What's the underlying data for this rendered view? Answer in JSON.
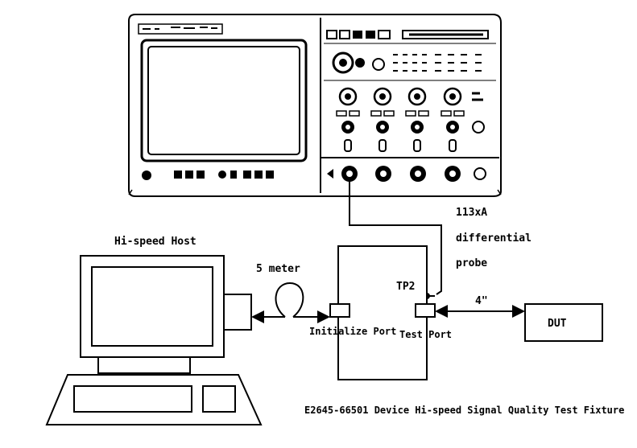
{
  "labels": {
    "host": "Hi-speed Host",
    "cable": "5 meter",
    "probe_line1": "113xA",
    "probe_line2": "differential",
    "probe_line3": "probe",
    "tp2": "TP2",
    "distance": "4\"",
    "dut": "DUT",
    "initialize_port": "Initialize Port",
    "test_port": "Test Port",
    "fixture": "E2645-66501 Device Hi-speed Signal Quality Test Fixture"
  },
  "icons": {
    "oscilloscope": "oscilloscope-icon",
    "computer": "desktop-computer-icon"
  }
}
